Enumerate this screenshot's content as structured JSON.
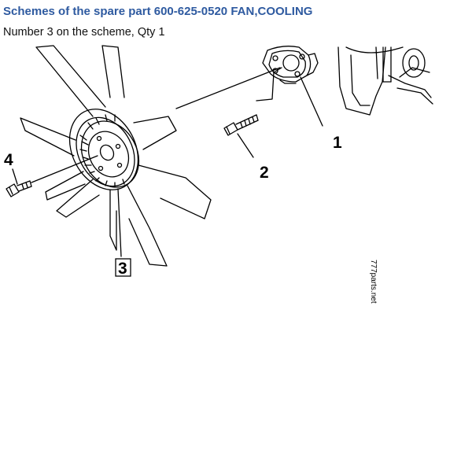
{
  "header": {
    "title": "Schemes of the spare part 600-625-0520 FAN,COOLING",
    "subtitle": "Number 3 on the scheme, Qty 1"
  },
  "scheme": {
    "callouts": [
      "1",
      "2",
      "3",
      "4"
    ],
    "highlighted_callout": "3",
    "watermark": "777parts.net"
  },
  "colors": {
    "title": "#2e5aa0",
    "text": "#111111",
    "line": "#000000"
  }
}
